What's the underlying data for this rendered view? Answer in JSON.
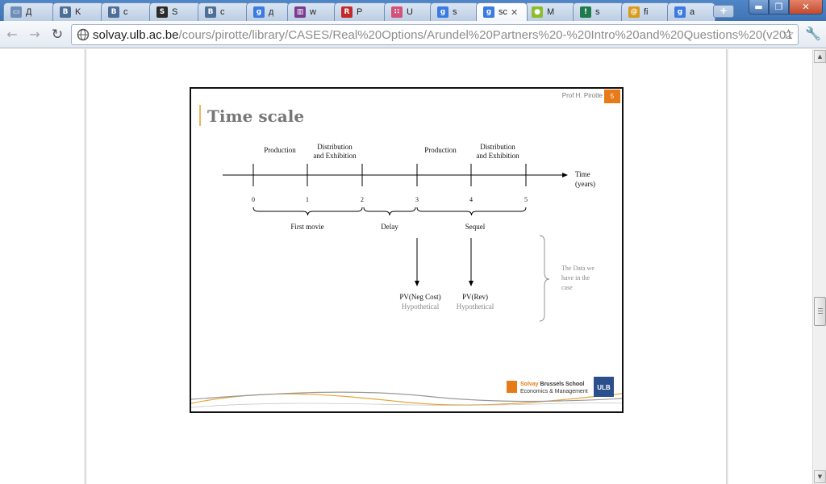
{
  "browser": {
    "tabs": [
      {
        "title": "Д",
        "icon": "chat-bubble-icon",
        "icon_glyph": "▭",
        "color": "#6e8db8",
        "active": false
      },
      {
        "title": "K",
        "icon": "vk-icon",
        "icon_glyph": "B",
        "color": "#4d6e96",
        "active": false
      },
      {
        "title": "c",
        "icon": "vk-icon",
        "icon_glyph": "B",
        "color": "#4d6e96",
        "active": false
      },
      {
        "title": "S",
        "icon": "scribd-icon",
        "icon_glyph": "S",
        "color": "#2a2a2a",
        "active": false
      },
      {
        "title": "c",
        "icon": "vk-icon",
        "icon_glyph": "B",
        "color": "#4d6e96",
        "active": false
      },
      {
        "title": "д",
        "icon": "google-icon",
        "icon_glyph": "g",
        "color": "#3b7be0",
        "active": false
      },
      {
        "title": "w",
        "icon": "chart-icon",
        "icon_glyph": "▥",
        "color": "#7a3b8f",
        "active": false
      },
      {
        "title": "P",
        "icon": "rm-icon",
        "icon_glyph": "R",
        "color": "#c22a2a",
        "active": false
      },
      {
        "title": "U",
        "icon": "dots-icon",
        "icon_glyph": "∷",
        "color": "#d2527a",
        "active": false
      },
      {
        "title": "s",
        "icon": "google-icon",
        "icon_glyph": "g",
        "color": "#3b7be0",
        "active": false
      },
      {
        "title": "sc",
        "icon": "google-icon",
        "icon_glyph": "g",
        "color": "#3b7be0",
        "active": true,
        "close": "✕"
      },
      {
        "title": "M",
        "icon": "ball-icon",
        "icon_glyph": "●",
        "color": "#8bbd2c",
        "active": false
      },
      {
        "title": "s",
        "icon": "alert-icon",
        "icon_glyph": "!",
        "color": "#1f7a4c",
        "active": false
      },
      {
        "title": "fi",
        "icon": "at-sign-icon",
        "icon_glyph": "@",
        "color": "#d89b1a",
        "active": false
      },
      {
        "title": "a",
        "icon": "google-icon",
        "icon_glyph": "g",
        "color": "#3b7be0",
        "active": false
      }
    ],
    "new_tab": "+",
    "window_controls": {
      "minimize": "▬",
      "maximize": "❐",
      "close": "✕"
    },
    "nav": {
      "back": "←",
      "forward": "→",
      "reload": "↻",
      "star": "☆",
      "wrench": "🔧"
    },
    "url_host": "solvay.ulb.ac.be",
    "url_path": "/cours/pirotte/library/CASES/Real%20Options/Arundel%20Partners%20-%20Intro%20and%20Questions%20(v201"
  },
  "slide": {
    "author": "Prof H. Pirotte",
    "number": "5",
    "title": "Time scale",
    "timeline": {
      "ticks": [
        "0",
        "1",
        "2",
        "3",
        "4",
        "5"
      ],
      "phase_labels": [
        {
          "lines": [
            "Production"
          ]
        },
        {
          "lines": [
            "Distribution",
            "and Exhibition"
          ]
        },
        {
          "lines": [
            "Production"
          ]
        },
        {
          "lines": [
            "Distribution",
            "and Exhibition"
          ]
        }
      ],
      "axis_label": [
        "Time",
        "(years)"
      ],
      "brace_labels": [
        "First movie",
        "Delay",
        "Sequel"
      ],
      "pv_labels": [
        {
          "main": "PV(Neg Cost)",
          "sub": "Hypothetical"
        },
        {
          "main": "PV(Rev)",
          "sub": "Hypothetical"
        }
      ],
      "note_lines": [
        "The Data we",
        "have in the",
        "case"
      ]
    },
    "logo": {
      "line1_a": "Solvay",
      "line1_b": " Brussels School",
      "line2": "Economics & Management",
      "badge": "ULB",
      "accent": "#e87a17",
      "badge_color": "#2b4f8c"
    }
  }
}
